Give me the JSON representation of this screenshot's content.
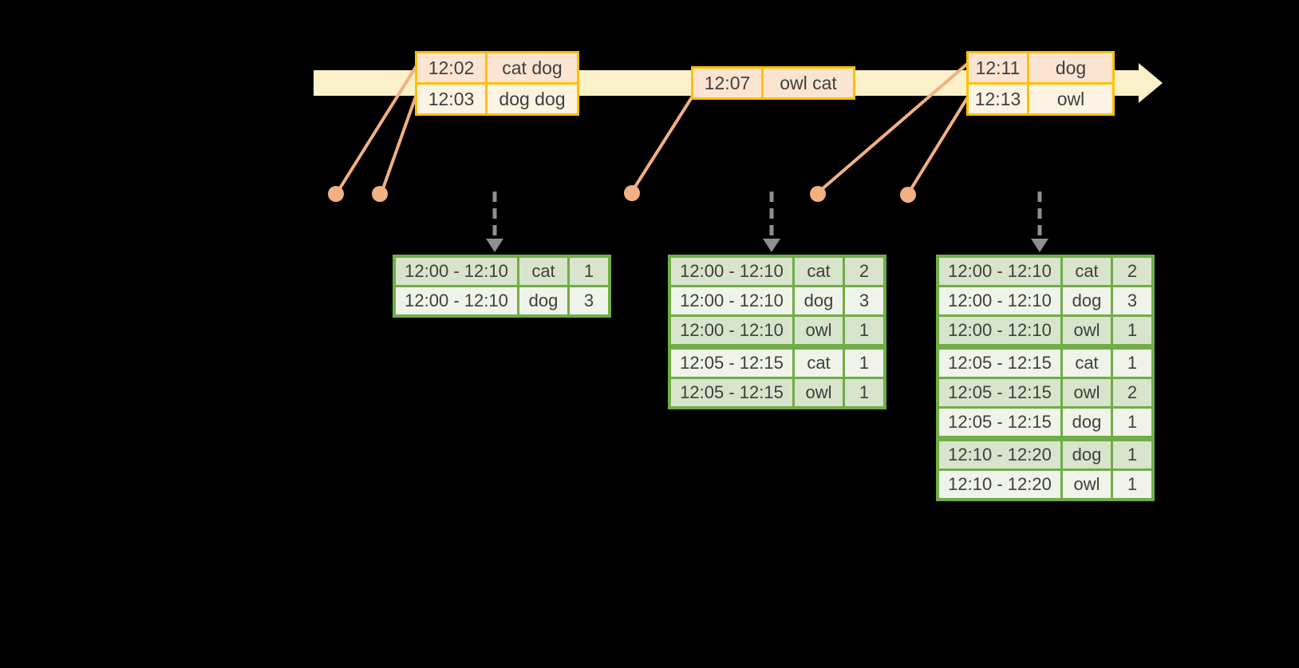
{
  "diagram": {
    "kind": "windowed-stream-word-count-timeline",
    "colors": {
      "bg": "#000000",
      "band": "#FAF0C9",
      "gold": "#FFC000",
      "peach": "#FBE5D2",
      "cream": "#FDF3E3",
      "salmon": "#F2B183",
      "green": "#70AD47",
      "green-dark": "#D8E4CB",
      "green-light": "#EFF3EA",
      "gray": "#8F8F8F",
      "ink": "#3F3F3F"
    }
  },
  "timeline": {
    "event_tables": [
      {
        "rows": [
          {
            "time": "12:02",
            "words": "cat dog"
          },
          {
            "time": "12:03",
            "words": "dog dog"
          }
        ]
      },
      {
        "rows": [
          {
            "time": "12:07",
            "words": "owl cat"
          }
        ]
      },
      {
        "rows": [
          {
            "time": "12:11",
            "words": "dog"
          },
          {
            "time": "12:13",
            "words": "owl"
          }
        ]
      }
    ]
  },
  "result_tables": [
    {
      "groups": [
        2
      ],
      "rows": [
        {
          "window": "12:00 - 12:10",
          "word": "cat",
          "count": "1"
        },
        {
          "window": "12:00 - 12:10",
          "word": "dog",
          "count": "3"
        }
      ]
    },
    {
      "groups": [
        3,
        2
      ],
      "rows": [
        {
          "window": "12:00 - 12:10",
          "word": "cat",
          "count": "2"
        },
        {
          "window": "12:00 - 12:10",
          "word": "dog",
          "count": "3"
        },
        {
          "window": "12:00 - 12:10",
          "word": "owl",
          "count": "1"
        },
        {
          "window": "12:05 - 12:15",
          "word": "cat",
          "count": "1"
        },
        {
          "window": "12:05 - 12:15",
          "word": "owl",
          "count": "1"
        }
      ]
    },
    {
      "groups": [
        3,
        3,
        2
      ],
      "rows": [
        {
          "window": "12:00 - 12:10",
          "word": "cat",
          "count": "2"
        },
        {
          "window": "12:00 - 12:10",
          "word": "dog",
          "count": "3"
        },
        {
          "window": "12:00 - 12:10",
          "word": "owl",
          "count": "1"
        },
        {
          "window": "12:05 - 12:15",
          "word": "cat",
          "count": "1"
        },
        {
          "window": "12:05 - 12:15",
          "word": "owl",
          "count": "2"
        },
        {
          "window": "12:05 - 12:15",
          "word": "dog",
          "count": "1"
        },
        {
          "window": "12:10 - 12:20",
          "word": "dog",
          "count": "1"
        },
        {
          "window": "12:10 - 12:20",
          "word": "owl",
          "count": "1"
        }
      ]
    }
  ]
}
